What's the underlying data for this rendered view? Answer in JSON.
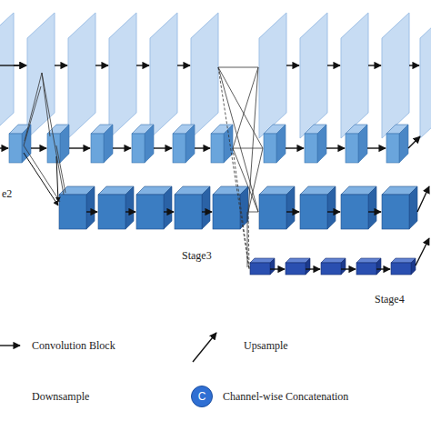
{
  "diagram": {
    "nodes": [
      {
        "text": [
          "C"
        ]
      }
    ],
    "labels": [
      "e2",
      "Stage3",
      "Stage4"
    ],
    "legend": [
      {
        "text": "Convolution Block"
      },
      {
        "text": "Upsample"
      },
      {
        "text": "Downsample"
      },
      {
        "text": "Channel-wise Concatenation"
      }
    ]
  }
}
